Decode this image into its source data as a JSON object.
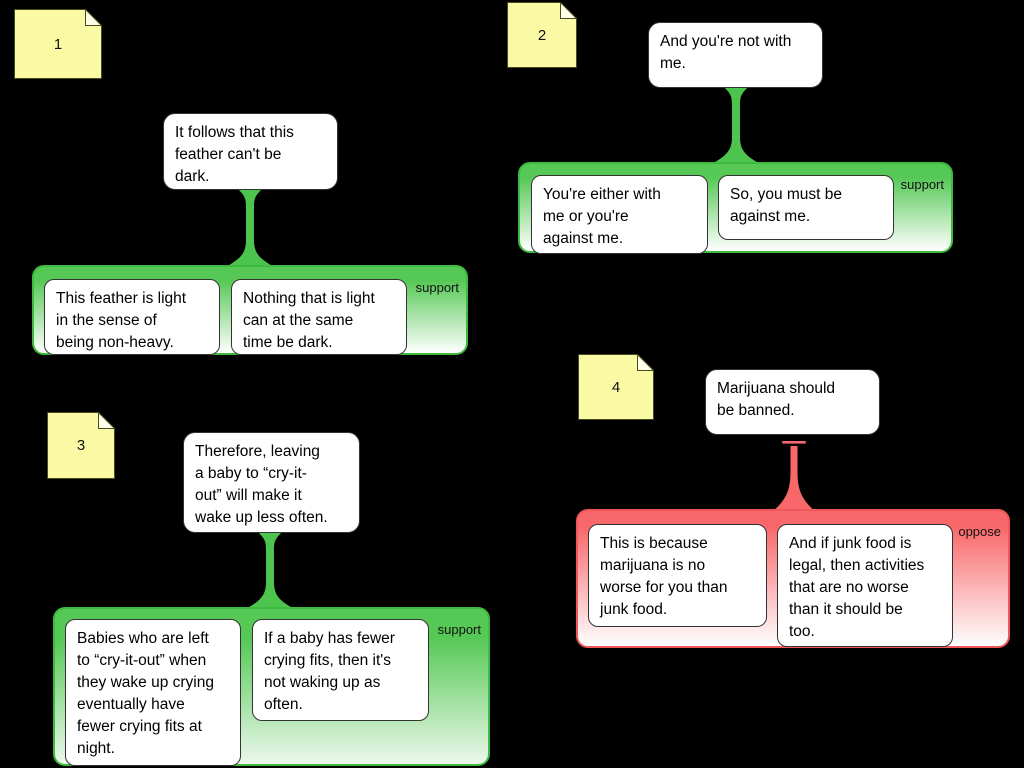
{
  "app": {
    "background_color": "#000000",
    "colors": {
      "support_green": "#55c855",
      "oppose_red": "#f8686a",
      "note_yellow": "#fafaa5",
      "box_white": "#ffffff"
    }
  },
  "maps": [
    {
      "note_number": "1",
      "conclusion": {
        "text": "It follows that this\nfeather can't be\ndark."
      },
      "relation_label": "support",
      "premises": [
        {
          "text": "This feather is light\nin the sense of\nbeing non-heavy."
        },
        {
          "text": "Nothing that is light\ncan at the same\ntime be dark."
        }
      ]
    },
    {
      "note_number": "2",
      "conclusion": {
        "text": "And you're not with\nme."
      },
      "relation_label": "support",
      "premises": [
        {
          "text": "You're either with\nme or you're\nagainst me."
        },
        {
          "text": "So, you must be\nagainst me."
        }
      ]
    },
    {
      "note_number": "3",
      "conclusion": {
        "text": "Therefore, leaving\na baby to “cry-it-\nout” will make it\nwake up less often."
      },
      "relation_label": "support",
      "premises": [
        {
          "text": "Babies who are left\nto “cry-it-out” when\nthey wake up crying\neventually have\nfewer crying fits at\nnight."
        },
        {
          "text": "If a baby has fewer\ncrying fits, then it's\nnot waking up as\noften."
        }
      ]
    },
    {
      "note_number": "4",
      "conclusion": {
        "text": "Marijuana should\nbe banned."
      },
      "relation_label": "oppose",
      "premises": [
        {
          "text": "This is because\nmarijuana is no\nworse for you than\njunk food."
        },
        {
          "text": "And if junk food is\nlegal, then activities\nthat are no worse\nthan it should be\ntoo."
        }
      ]
    }
  ]
}
